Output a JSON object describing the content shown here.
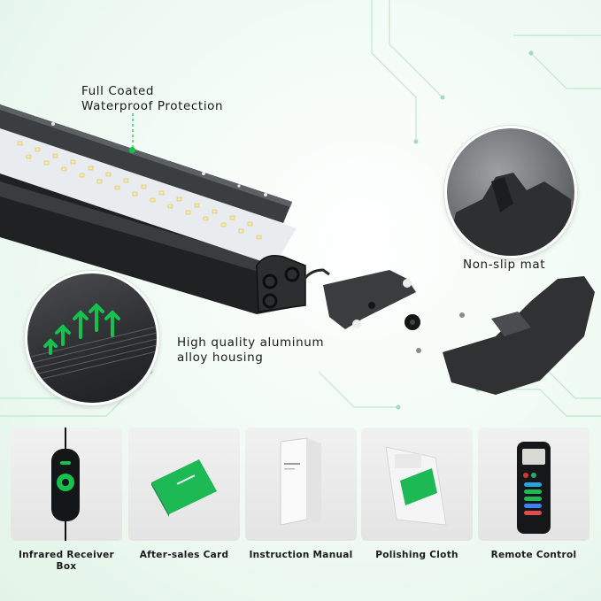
{
  "callouts": {
    "waterproof": {
      "line1": "Full Coated",
      "line2": "Waterproof Protection"
    },
    "nonslip": {
      "line1": "Non-slip mat"
    },
    "aluminum": {
      "line1": "High quality aluminum",
      "line2": "alloy housing"
    }
  },
  "accessories": [
    {
      "label_line1": "Infrared Receiver",
      "label_line2": "Box",
      "icon": "receiver-box-icon"
    },
    {
      "label_line1": "After-sales Card",
      "label_line2": "",
      "icon": "card-icon"
    },
    {
      "label_line1": "Instruction Manual",
      "label_line2": "",
      "icon": "manual-icon"
    },
    {
      "label_line1": "Polishing Cloth",
      "label_line2": "",
      "icon": "cloth-icon"
    },
    {
      "label_line1": "Remote Control",
      "label_line2": "",
      "icon": "remote-icon"
    }
  ],
  "colors": {
    "accent_green": "#16c24d",
    "housing": "#2b2d2f",
    "card_bg": "#e8e8e8"
  }
}
